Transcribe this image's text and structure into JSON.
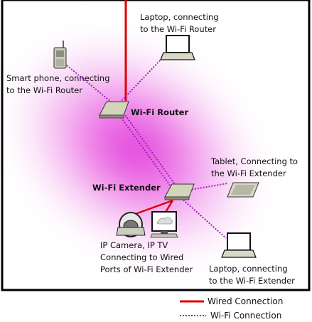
{
  "labels": {
    "laptop_top_1": "Laptop, connecting",
    "laptop_top_2": "to the Wi-Fi Router",
    "phone_1": "Smart phone, connecting",
    "phone_2": "to the Wi-Fi Router",
    "router": "Wi-Fi Router",
    "tablet_1": "Tablet, Connecting to",
    "tablet_2": "the Wi-Fi Extender",
    "extender": "Wi-Fi Extender",
    "wired_1": "IP Camera, IP TV",
    "wired_2": "Connecting to Wired",
    "wired_3": "Ports of Wi-Fi Extender",
    "laptop_bottom_1": "Laptop, connecting",
    "laptop_bottom_2": "to the Wi-Fi Extender"
  },
  "legend": {
    "wired": "Wired Connection",
    "wifi": "Wi-Fi Connection"
  },
  "colors": {
    "wired": "#dd0000",
    "wifi": "#a020c0",
    "glow": "#e040d8",
    "frame": "#000000"
  }
}
